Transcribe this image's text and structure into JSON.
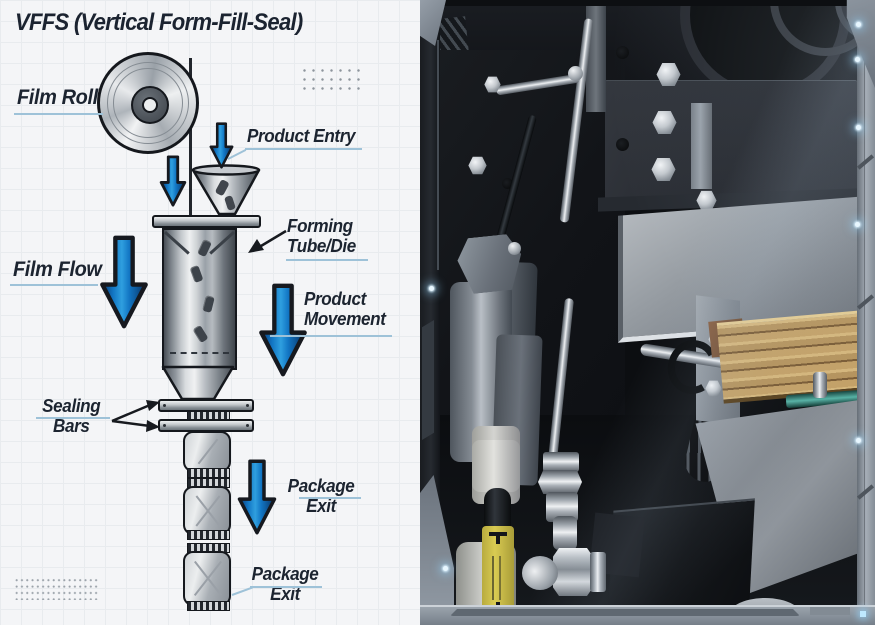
{
  "diagram": {
    "title": "VFFS (Vertical Form-Fill-Seal)",
    "labels": {
      "film_roll": "Film Roll",
      "product_entry": "Product Entry",
      "forming_tube": {
        "line1": "Forming",
        "line2": "Tube/Die"
      },
      "film_flow": "Film Flow",
      "product_movement": {
        "line1": "Product",
        "line2": "Movement"
      },
      "sealing_bars": {
        "line1": "Sealing",
        "line2": "Bars"
      },
      "package_exit_upper": {
        "line1": "Package",
        "line2": "Exit"
      },
      "package_exit_lower": {
        "line1": "Package",
        "line2": "Exit"
      }
    },
    "colors": {
      "label_text": "#1c2430",
      "underline": "#9ec2d8",
      "arrow_blue_bright": "#2f9fdf",
      "arrow_blue_dark": "#0a3a75",
      "background": "#f4f5f7"
    }
  },
  "photo": {
    "colors": {
      "background": "#0c0e11",
      "frame": "#9aa3ac",
      "steel_block": "#969ca2",
      "copper_jaws": "#b5945e",
      "warning_label": "#d9cb52",
      "teal_accent": "#57b2a5"
    }
  }
}
